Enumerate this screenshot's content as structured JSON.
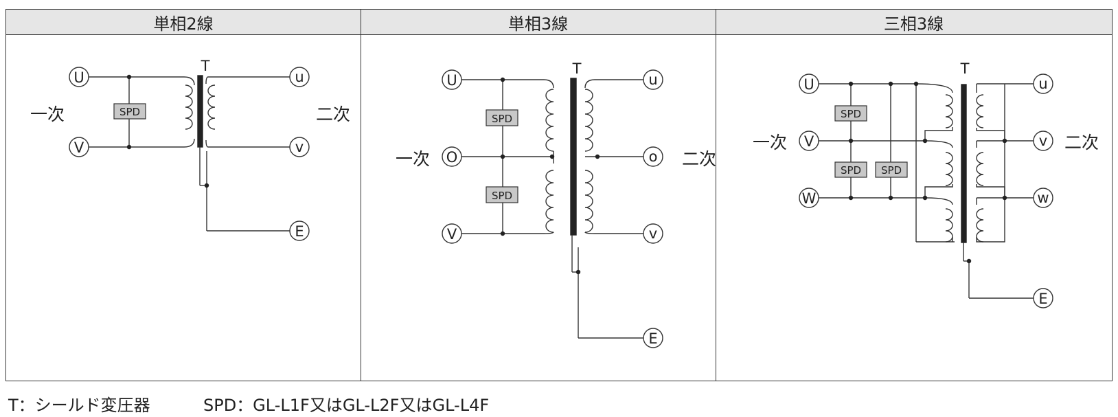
{
  "columns": [
    {
      "title": "単相2線"
    },
    {
      "title": "単相3線"
    },
    {
      "title": "三相3線"
    }
  ],
  "labels": {
    "primary": "一次",
    "secondary": "二次",
    "transformer": "T",
    "spd": "SPD",
    "U": "U",
    "V": "V",
    "W": "W",
    "O": "O",
    "u": "u",
    "v": "v",
    "w": "w",
    "o": "o",
    "E": "E"
  },
  "footnote": {
    "transformer_note": "T：シールド変圧器",
    "spd_note": "SPD：GL-L1F又はGL-L2F又はGL-L4F"
  }
}
